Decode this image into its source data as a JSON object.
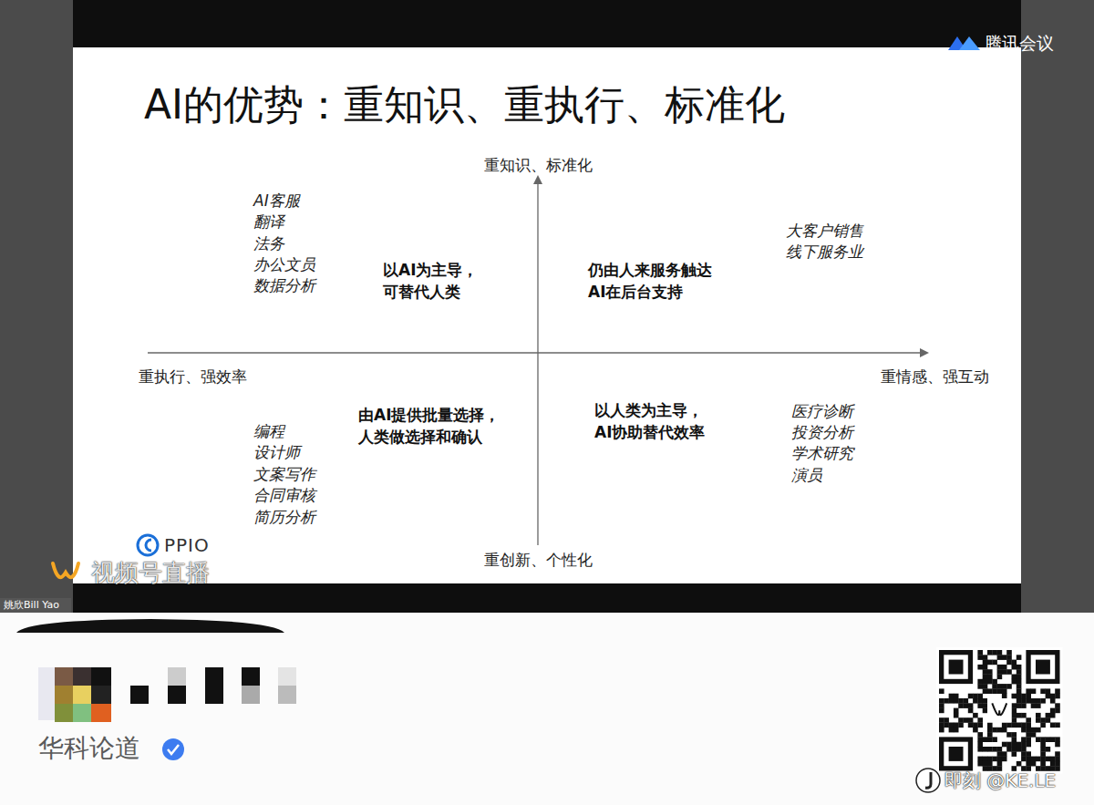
{
  "diagram": {
    "title": "AI的优势：重知识、重执行、标准化",
    "labels": [
      "腾讯会议",
      "重知识、标准化",
      "AI客服",
      "翻译",
      "法务",
      "办公文员",
      "数据分析",
      "以AI为主导， 可替代人类",
      "仍由人来服务触达 AI在后台支持",
      "大客户销售",
      "线下服务业",
      "重执行、强效率",
      "重情感、强互动",
      "由AI提供批量选择， 人类做选择和确认",
      "以人类为主导， AI协助替代效率",
      "编程",
      "设计师",
      "文案写作",
      "合同审核",
      "简历分析",
      "医疗诊断",
      "投资分析",
      "学术研究",
      "演员",
      "PPIO",
      "重创新、个性化",
      "视频号直播",
      "姚欣Bill Yao",
      "华科论道",
      "即刻 @KE.LE"
    ]
  }
}
